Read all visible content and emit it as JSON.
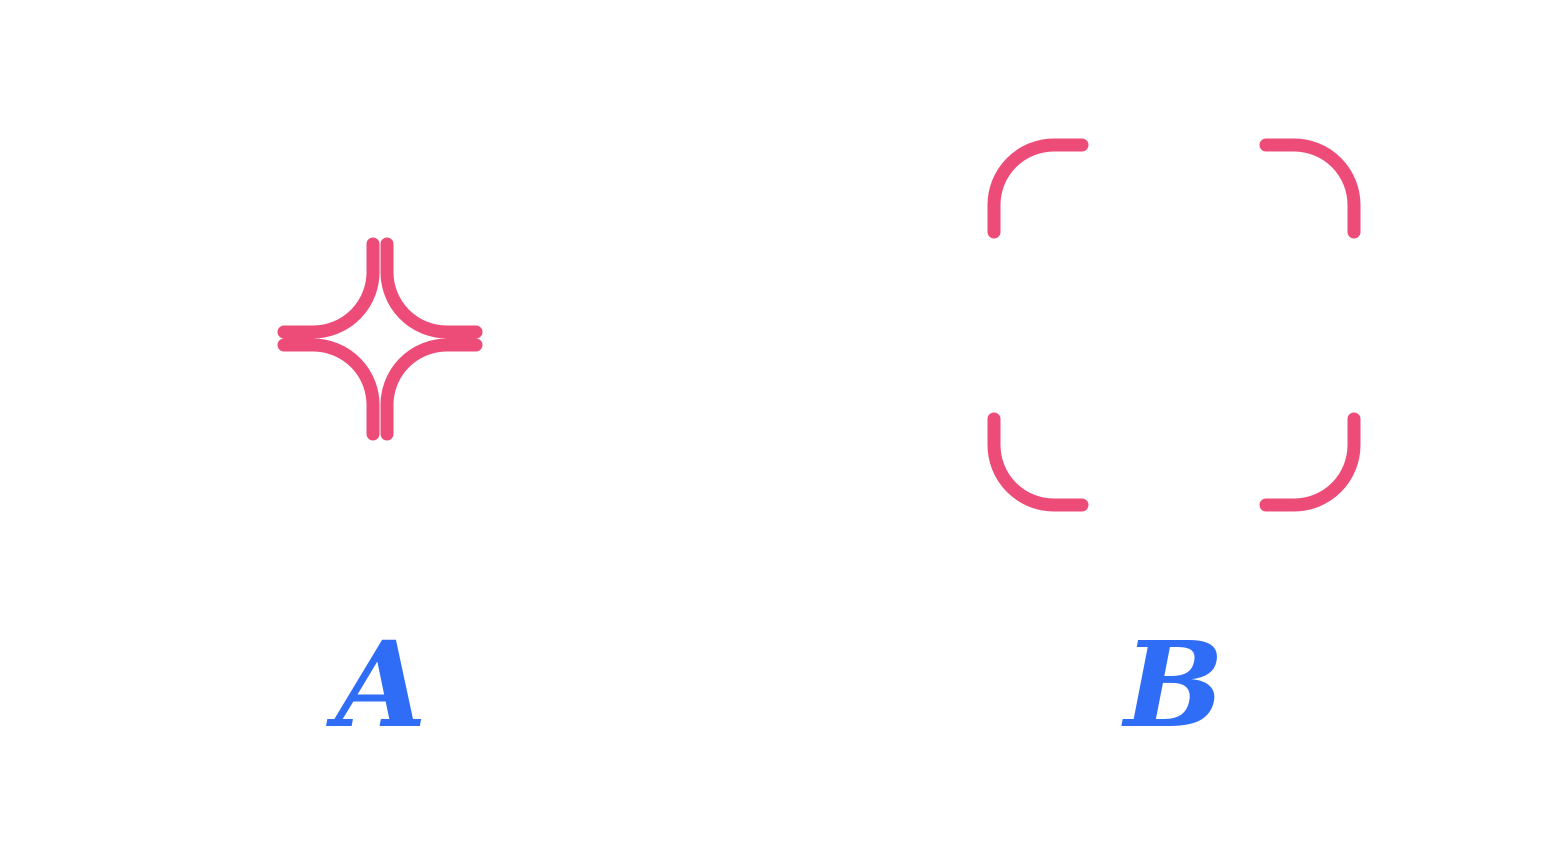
{
  "figures": [
    {
      "label": "A",
      "shape": "four-pointed-star"
    },
    {
      "label": "B",
      "shape": "corner-brackets"
    }
  ],
  "colors": {
    "stroke": "#ed4c78",
    "label": "#2f6df6",
    "background": "#ffffff"
  }
}
